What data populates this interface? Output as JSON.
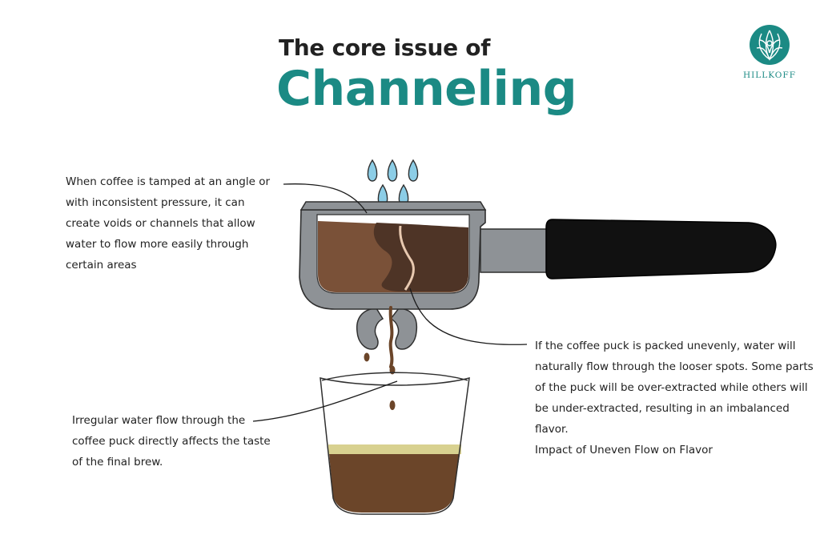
{
  "title": {
    "line1": "The core issue of",
    "line2": "Channeling"
  },
  "logo": {
    "text": "HILLKOFF",
    "icon": "lotus-fan-emblem"
  },
  "notes": {
    "tamping": "When coffee is tamped at an angle or with inconsistent pressure, it can create voids or channels that allow water to flow more easily through certain areas",
    "uneven": "If the coffee puck is packed unevenly, water will naturally flow through the looser spots. Some parts of the puck will be over-extracted while others will be under-extracted, resulting in an imbalanced flavor.",
    "uneven_heading": "Impact of Uneven Flow on Flavor",
    "irregular": "Irregular water flow through the coffee puck directly affects the taste of the final brew."
  },
  "colors": {
    "teal": "#1b8a84",
    "water_drop": "#8ccde6",
    "portafilter": "#8e9296",
    "coffee_dark": "#4e3426",
    "coffee_light": "#7a5138",
    "crema": "#d8d190",
    "handle": "#111111"
  }
}
